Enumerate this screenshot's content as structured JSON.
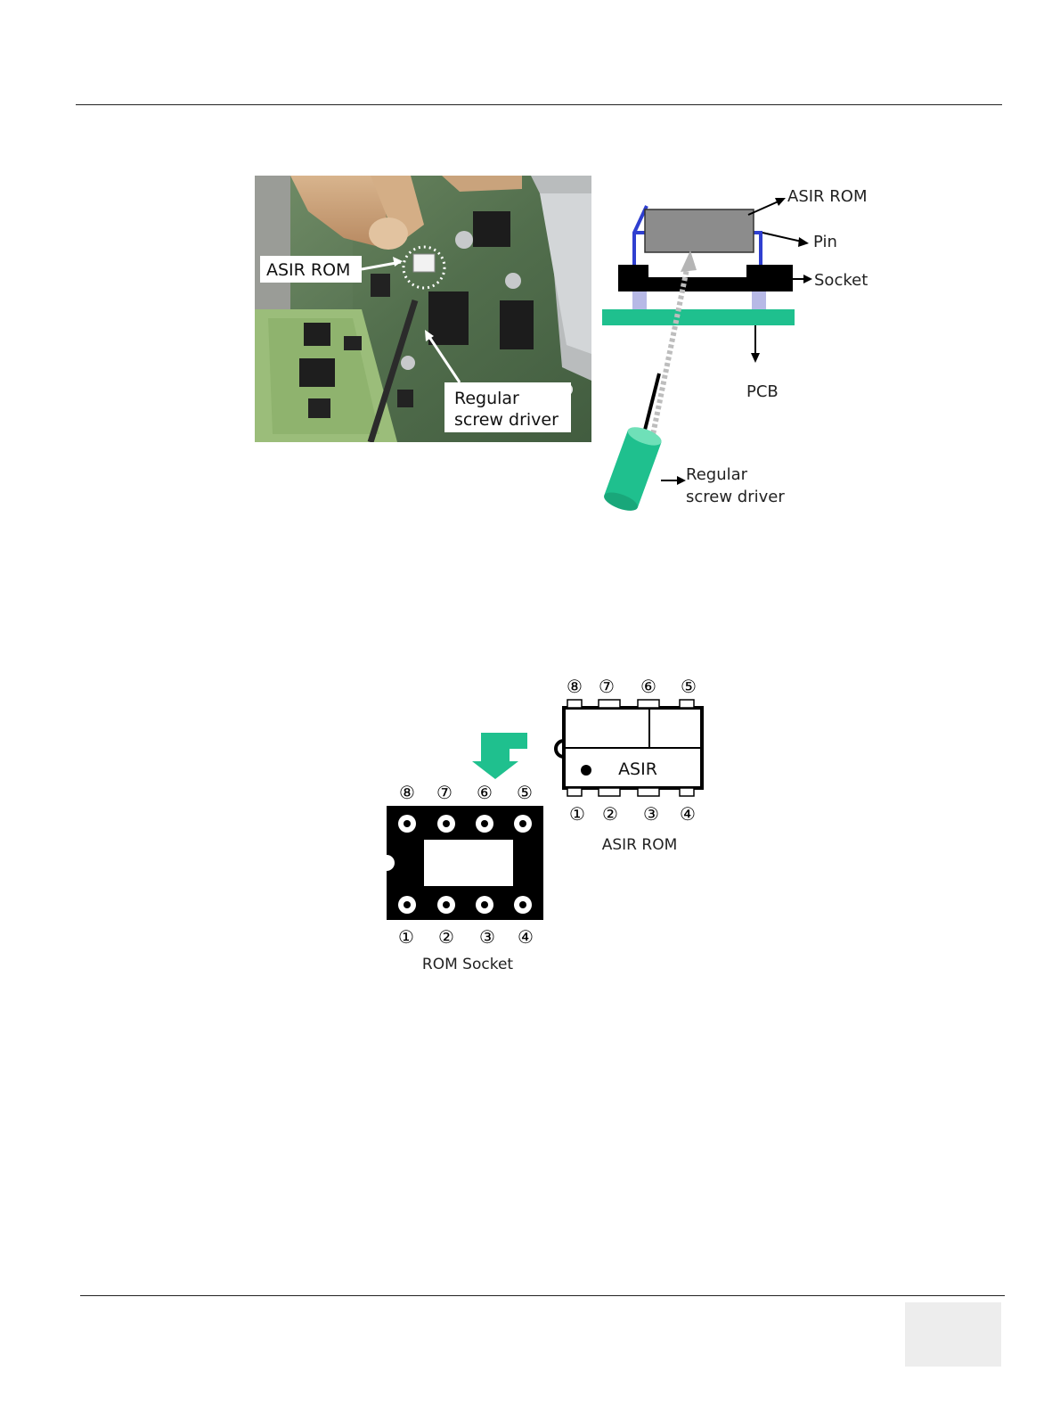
{
  "photo": {
    "rom_callout": "ASIR ROM",
    "driver_callout_line1": "Regular",
    "driver_callout_line2": "screw driver"
  },
  "schematic": {
    "asir_rom": "ASIR ROM",
    "pin": "Pin",
    "socket": "Socket",
    "pcb": "PCB",
    "driver_line1": "Regular",
    "driver_line2": "screw driver"
  },
  "pinout": {
    "chip_label": "ASIR",
    "chip_caption": "ASIR ROM",
    "socket_caption": "ROM Socket",
    "top_pins": [
      "⑧",
      "⑦",
      "⑥",
      "⑤"
    ],
    "bottom_pins": [
      "①",
      "②",
      "③",
      "④"
    ]
  },
  "colors": {
    "accent_green": "#1fc08e",
    "pin_blue": "#2f3fd0",
    "chip_gray": "#8c8c8c",
    "standoff_lavender": "#b7b9e6",
    "page_box_gray": "#ededed"
  }
}
